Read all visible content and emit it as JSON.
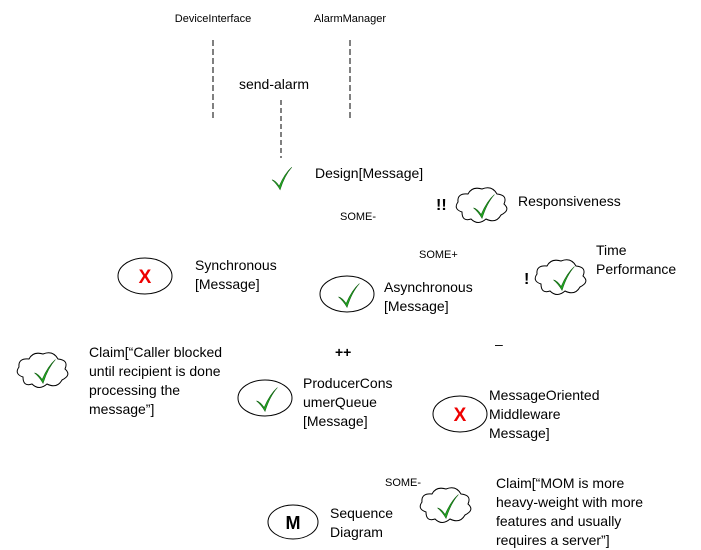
{
  "lifelines": {
    "device": "DeviceInterface",
    "alarm": "AlarmManager",
    "message": "send-alarm"
  },
  "nodes": {
    "design": {
      "label": "Design[Message]",
      "status": "satisfied"
    },
    "responsiveness": {
      "marker": "!!",
      "label": "Responsiveness",
      "status": "satisfied"
    },
    "time_performance": {
      "marker": "!",
      "line1": "Time",
      "line2": "Performance",
      "status": "satisfied"
    },
    "synchronous": {
      "line1": "Synchronous",
      "line2": "[Message]",
      "mark": "X",
      "status": "denied"
    },
    "asynchronous": {
      "line1": "Asynchronous",
      "line2": "[Message]",
      "status": "satisfied"
    },
    "claim_caller": {
      "line1": "Claim[“Caller blocked",
      "line2": "until recipient is done",
      "line3": "processing the",
      "line4": "message”]",
      "status": "satisfied"
    },
    "producer_consumer": {
      "line1": "ProducerCons",
      "line2": "umerQueue",
      "line3": "[Message]",
      "status": "satisfied"
    },
    "mom": {
      "line1": "MessageOriented",
      "line2": "Middleware",
      "line3": "Message]",
      "mark": "X",
      "status": "denied"
    },
    "claim_mom": {
      "line1": "Claim[“MOM is more",
      "line2": "heavy-weight with more",
      "line3": "features and usually",
      "line4": "requires a server”]",
      "status": "satisfied"
    },
    "sequence_diagram": {
      "mark": "M",
      "line1": "Sequence",
      "line2": "Diagram"
    }
  },
  "contributions": {
    "some_minus_top": "SOME-",
    "some_plus": "SOME+",
    "plus_plus": "++",
    "minus": "–",
    "some_minus_bottom": "SOME-"
  },
  "colors": {
    "check": "#22aa22",
    "cross": "#ee0000"
  }
}
